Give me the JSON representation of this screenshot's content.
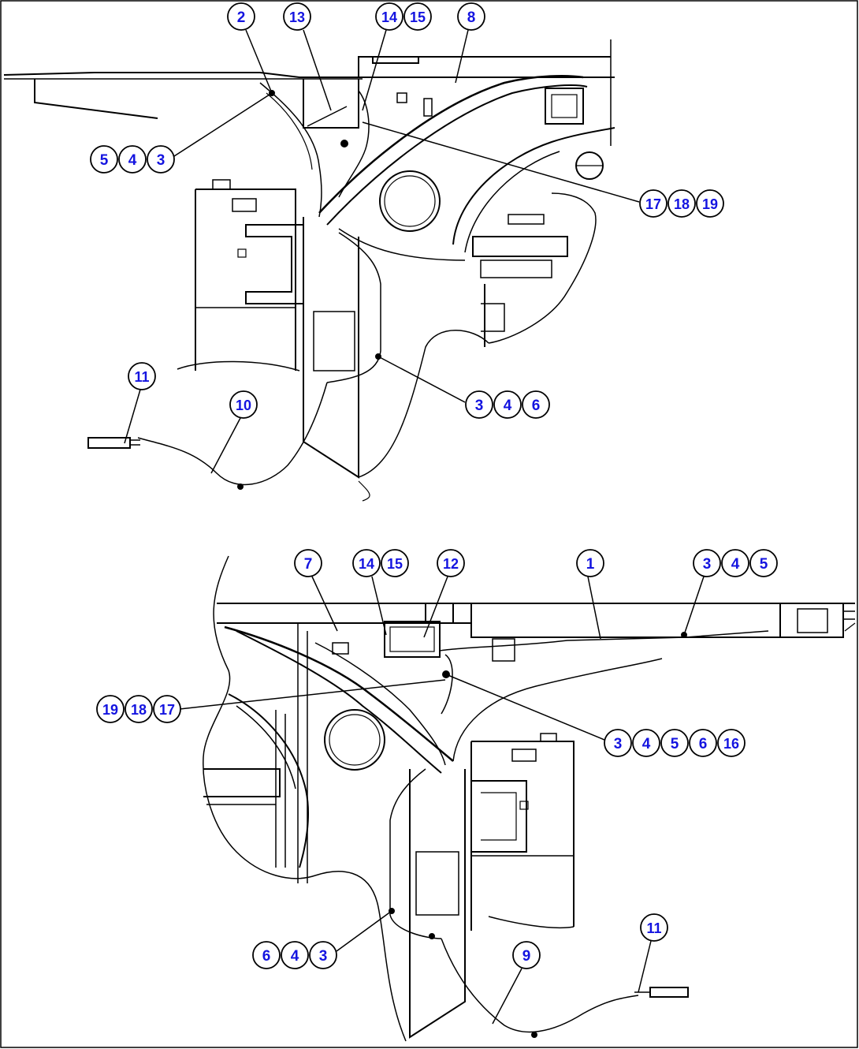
{
  "diagram": {
    "top_view": {
      "callouts": [
        {
          "id": "t-2",
          "labels": [
            "2"
          ]
        },
        {
          "id": "t-13",
          "labels": [
            "13"
          ]
        },
        {
          "id": "t-14-15",
          "labels": [
            "14",
            "15"
          ]
        },
        {
          "id": "t-8",
          "labels": [
            "8"
          ]
        },
        {
          "id": "t-5-4-3",
          "labels": [
            "5",
            "4",
            "3"
          ]
        },
        {
          "id": "t-17-18-19",
          "labels": [
            "17",
            "18",
            "19"
          ]
        },
        {
          "id": "t-11",
          "labels": [
            "11"
          ]
        },
        {
          "id": "t-10",
          "labels": [
            "10"
          ]
        },
        {
          "id": "t-3-4-6",
          "labels": [
            "3",
            "4",
            "6"
          ]
        }
      ]
    },
    "bottom_view": {
      "callouts": [
        {
          "id": "b-7",
          "labels": [
            "7"
          ]
        },
        {
          "id": "b-14-15",
          "labels": [
            "14",
            "15"
          ]
        },
        {
          "id": "b-12",
          "labels": [
            "12"
          ]
        },
        {
          "id": "b-1",
          "labels": [
            "1"
          ]
        },
        {
          "id": "b-3-4-5",
          "labels": [
            "3",
            "4",
            "5"
          ]
        },
        {
          "id": "b-19-18-17",
          "labels": [
            "19",
            "18",
            "17"
          ]
        },
        {
          "id": "b-3-4-5-6-16",
          "labels": [
            "3",
            "4",
            "5",
            "6",
            "16"
          ]
        },
        {
          "id": "b-6-4-3",
          "labels": [
            "6",
            "4",
            "3"
          ]
        },
        {
          "id": "b-9",
          "labels": [
            "9"
          ]
        },
        {
          "id": "b-11",
          "labels": [
            "11"
          ]
        }
      ]
    },
    "colors": {
      "callout_text": "#1414e0",
      "line": "#000000"
    }
  }
}
